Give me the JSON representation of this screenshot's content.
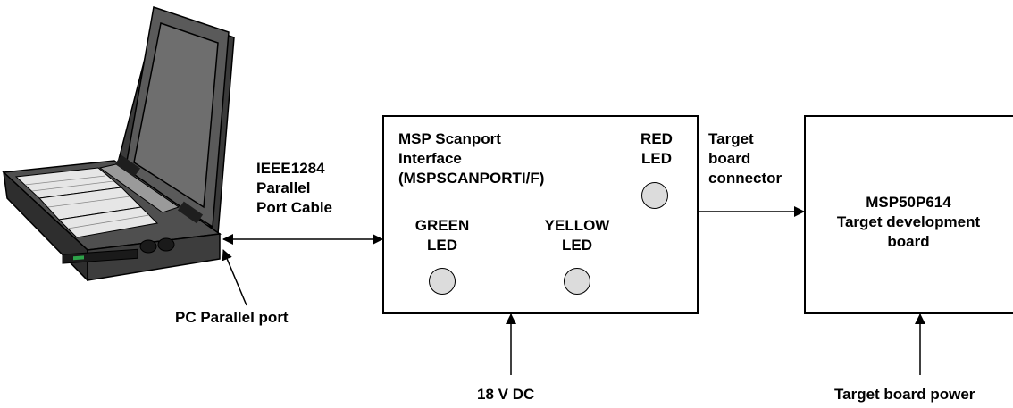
{
  "laptop": {
    "name": "PC"
  },
  "cable_label": [
    "IEEE1284",
    "Parallel",
    "Port Cable"
  ],
  "pc_port_label": "PC Parallel port",
  "interface": {
    "title": [
      "MSP Scanport",
      "Interface",
      "(MSPSCANPORTI/F)"
    ],
    "red_led": [
      "RED",
      "LED"
    ],
    "green_led": [
      "GREEN",
      "LED"
    ],
    "yellow_led": [
      "YELLOW",
      "LED"
    ]
  },
  "target_connector_label": [
    "Target",
    "board",
    "connector"
  ],
  "target_board": [
    "MSP50P614",
    "Target development",
    "board"
  ],
  "power_18v": "18 V DC",
  "target_power": "Target board power",
  "colors": {
    "led_fill": "#dcdcdc",
    "laptop_body": "#555555",
    "laptop_dark": "#2e2e2e"
  }
}
